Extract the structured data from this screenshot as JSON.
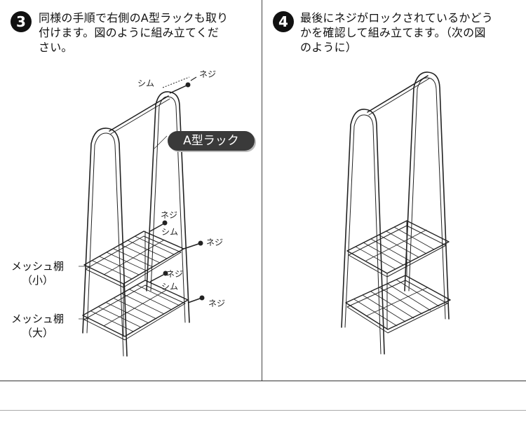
{
  "step3": {
    "number": "3",
    "text_line1": "同様の手順で右側のA型ラックも取り",
    "text_line2": "付けます。図のように組み立てくだ",
    "text_line3": "さい。"
  },
  "step4": {
    "number": "4",
    "text_line1": "最後にネジがロックされているかどう",
    "text_line2": "かを確認して組み立てます。（次の図",
    "text_line3": "のように）"
  },
  "labels": {
    "shim": "シム",
    "screw": "ネジ",
    "a_rack": "A型ラック",
    "mesh_small_line1": "メッシュ棚",
    "mesh_small_line2": "（小）",
    "mesh_large_line1": "メッシュ棚",
    "mesh_large_line2": "（大）"
  }
}
